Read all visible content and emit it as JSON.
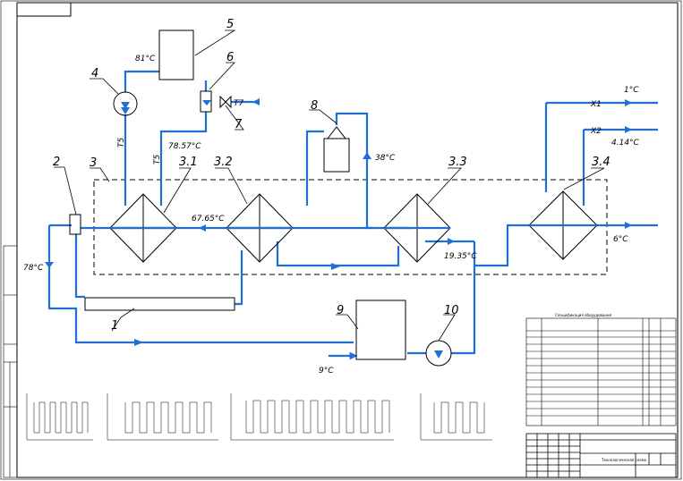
{
  "labels": {
    "n1": "1",
    "n2": "2",
    "n3": "3",
    "n4": "4",
    "n5": "5",
    "n6": "6",
    "n7": "7",
    "n8": "8",
    "n9": "9",
    "n10": "10",
    "n31": "3.1",
    "n32": "3.2",
    "n33": "3.3",
    "n34": "3.4"
  },
  "temperatures": {
    "t81": "81°C",
    "t7857": "78.57°C",
    "t6765": "67.65°C",
    "t38": "38°C",
    "t1935": "19.35°C",
    "t78": "78°C",
    "t9": "9°C",
    "t1": "1°C",
    "t414": "4.14°C",
    "t6": "6°C"
  },
  "stream_labels": {
    "t5a": "T5",
    "t5b": "T5",
    "t7": "T7",
    "x1": "X1",
    "x2": "X2"
  },
  "spec_table": {
    "title": "Спецификация оборудования"
  },
  "title_block": {
    "caption": "Технологическая схема"
  },
  "colors": {
    "pipe": "#1f6fd6",
    "line": "#000000",
    "paper": "#ffffff"
  }
}
